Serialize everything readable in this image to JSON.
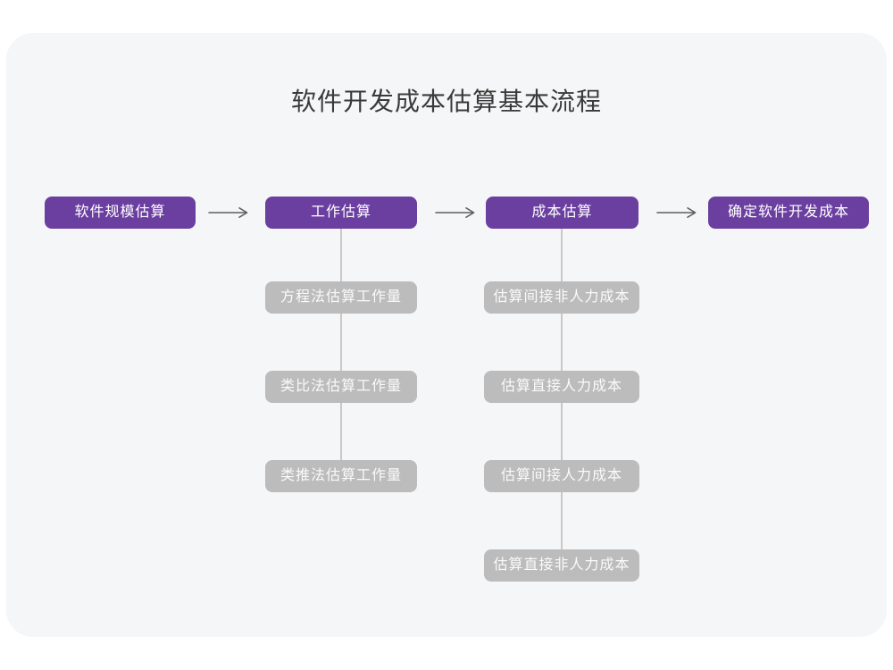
{
  "page": {
    "title": "软件开发成本估算基本流程"
  },
  "flow": {
    "main_steps": [
      {
        "label": "软件规模估算"
      },
      {
        "label": "工作估算"
      },
      {
        "label": "成本估算"
      },
      {
        "label": "确定软件开发成本"
      }
    ],
    "work_estimation_methods": [
      "方程法估算工作量",
      "类比法估算工作量",
      "类推法估算工作量"
    ],
    "cost_estimation_items": [
      "估算间接非人力成本",
      "估算直接人力成本",
      "估算间接人力成本",
      "估算直接非人力成本"
    ]
  },
  "colors": {
    "accent_purple": "#6b3fa0",
    "sub_node_gray": "#bcbcbc",
    "card_background": "#f5f6f7",
    "connector_line": "#c8c8c8",
    "arrow_stroke": "#5f5f5f",
    "title_text": "#3a3a3a"
  },
  "icons": {
    "flow_arrow": "right-arrow"
  }
}
